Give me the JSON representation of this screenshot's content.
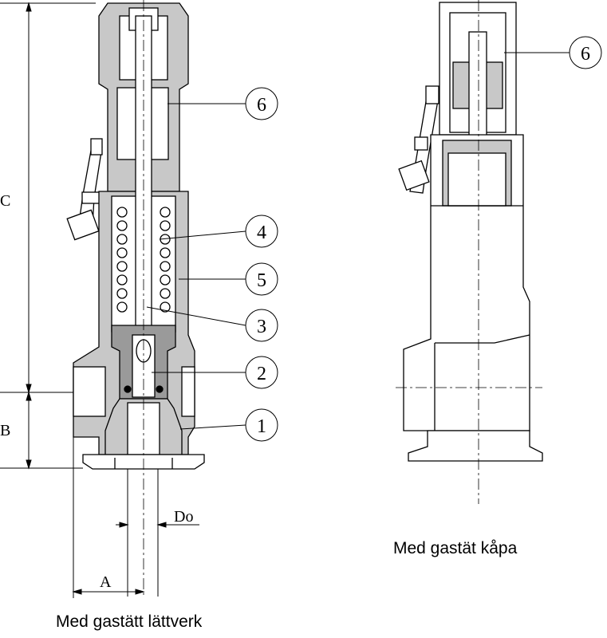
{
  "dimensions": {
    "c": "C",
    "b": "B",
    "a": "A",
    "do": "Do"
  },
  "callouts_left": [
    "6",
    "4",
    "5",
    "3",
    "2",
    "1"
  ],
  "callout_right": "6",
  "captions": {
    "left": "Med gastätt lättverk",
    "right": "Med gastät kåpa"
  },
  "colors": {
    "line": "#000000",
    "section_gray": "#c8c8c8",
    "dark_gray": "#9a9a9a",
    "background": "#ffffff"
  }
}
